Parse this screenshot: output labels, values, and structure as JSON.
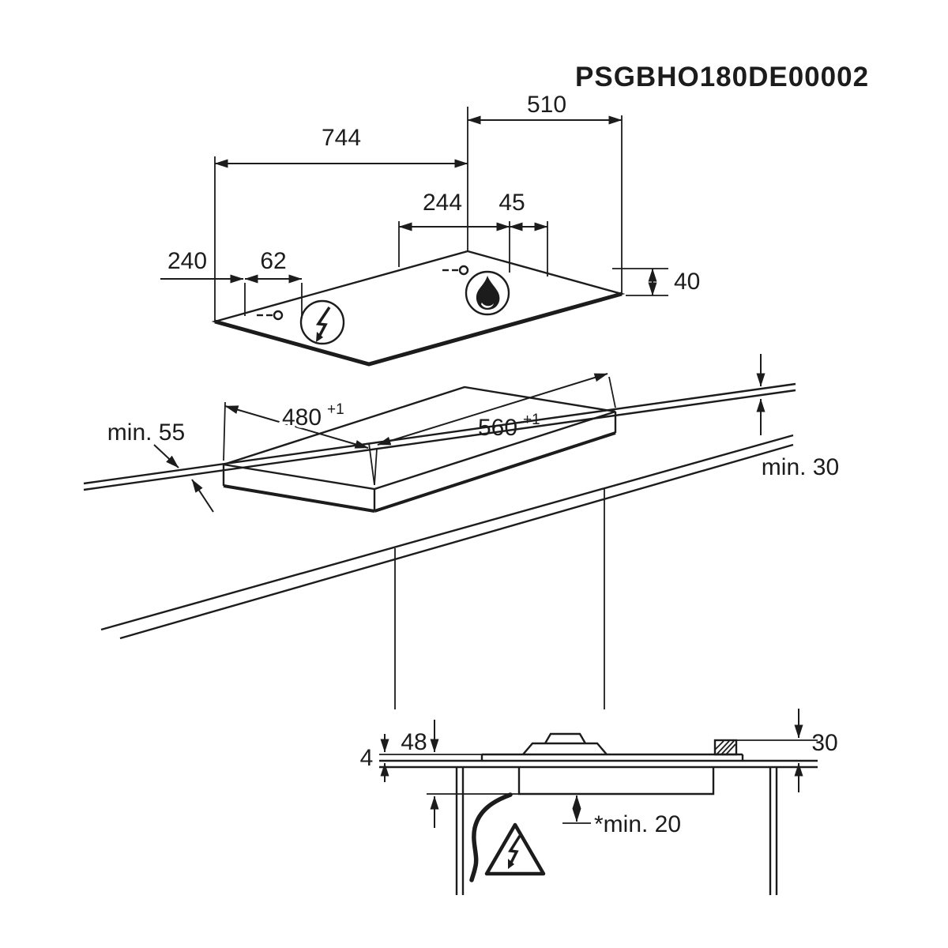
{
  "title": "PSGBHO180DE00002",
  "colors": {
    "ink": "#1c1c1c",
    "background": "#ffffff"
  },
  "icons": {
    "left_burner": "lightning-bolt-icon",
    "right_burner": "gas-flame-icon",
    "hazard": "electric-shock-warning-triangle-icon"
  },
  "top_view": {
    "width": "744",
    "depth": "510",
    "burner_offset": "244",
    "burner_edge": "45",
    "left_offset": "240",
    "ignition_offset": "62",
    "height": "40"
  },
  "cutout_view": {
    "depth": "480",
    "depth_tol": "+1",
    "width": "560",
    "width_tol": "+1",
    "side_clearance": "min. 55",
    "rear_clearance": "min. 30"
  },
  "section_view": {
    "rim_height": "4",
    "total_height": "48",
    "knob_height": "30",
    "bottom_clearance": "*min. 20"
  }
}
